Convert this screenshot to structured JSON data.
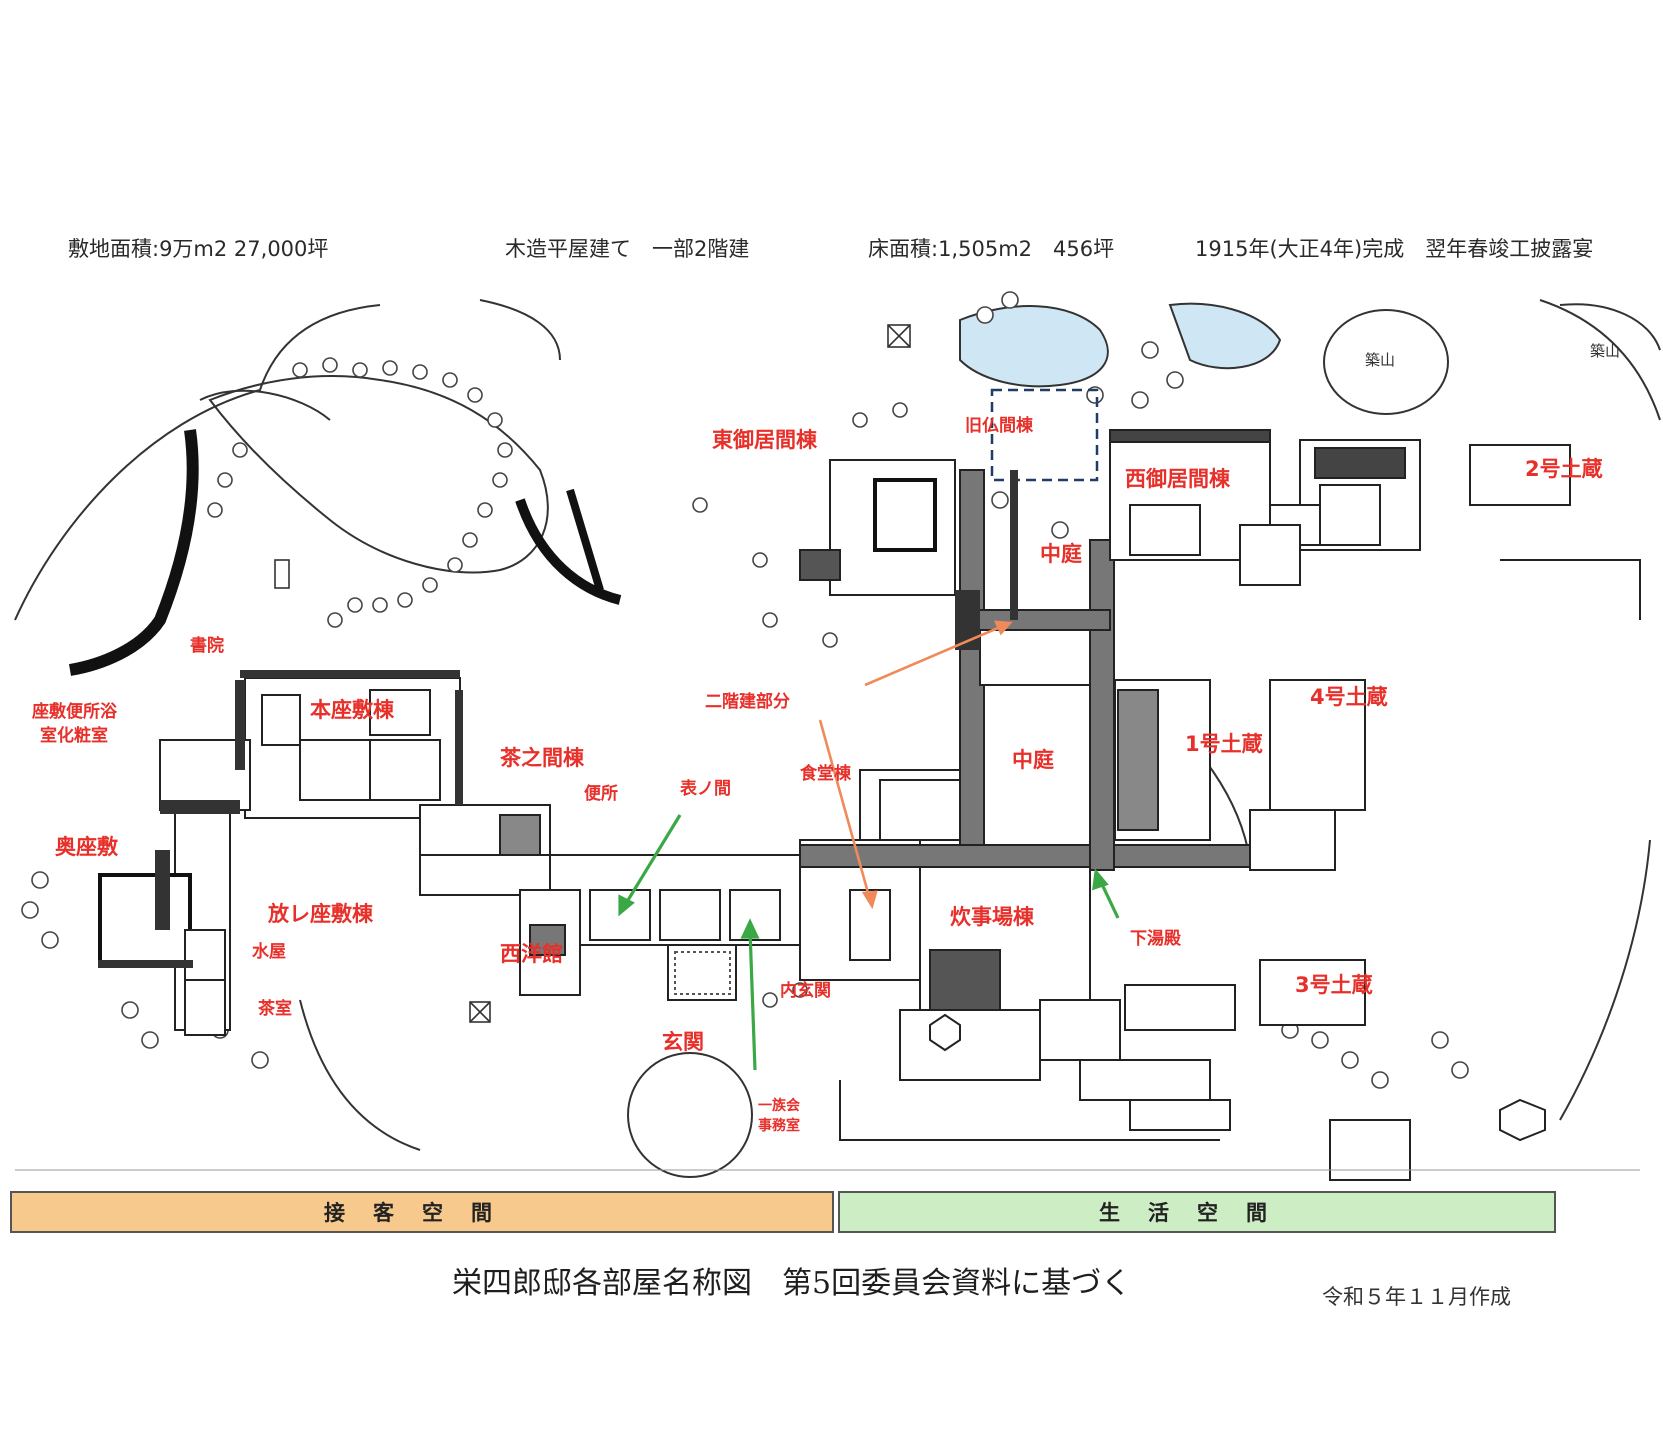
{
  "header": {
    "site_area": "敷地面積:9万m2 27,000坪",
    "construction": "木造平屋建て　一部2階建",
    "floor_area": "床面積:1,505m2　456坪",
    "completion": "1915年(大正4年)完成　翌年春竣工披露宴"
  },
  "rooms": {
    "shoin": "書院",
    "zashiki_benjo": "座敷便所浴",
    "keshoushitsu": "室化粧室",
    "honzashiki": "本座敷棟",
    "chanoma": "茶之間棟",
    "benjo": "便所",
    "omotenoma": "表ノ間",
    "okuzashiki": "奥座敷",
    "hanare": "放レ座敷棟",
    "mizuya": "水屋",
    "chashitsu": "茶室",
    "seiyoukan": "西洋館",
    "genkan": "玄関",
    "uchigenkan": "内玄関",
    "jimushitsu_1": "一族会",
    "jimushitsu_2": "事務室",
    "shokudou": "食堂棟",
    "nikai": "二階建部分",
    "higashi_oima": "東御居間棟",
    "kyu_butsuma": "旧仏間棟",
    "nishi_oima": "西御居間棟",
    "nakaniwa_north": "中庭",
    "nakaniwa_center": "中庭",
    "suijiba": "炊事場棟",
    "shimoyudono": "下湯殿",
    "dozou_1": "1号土蔵",
    "dozou_2": "2号土蔵",
    "dozou_3": "3号土蔵",
    "dozou_4": "4号土蔵",
    "tsukiyama_1": "築山",
    "tsukiyama_2": "築山"
  },
  "zones": {
    "reception": "接客空間",
    "living": "生活空間",
    "reception_color": "#f8c98d",
    "living_color": "#cdeec4"
  },
  "colors": {
    "label": "#e8302a",
    "arrow_green": "#3aa845",
    "arrow_orange": "#f08a5a",
    "dashed": "#1f3d66",
    "pond": "#cfe6f5"
  },
  "caption": "栄四郎邸各部屋名称図　第5回委員会資料に基づく",
  "date": "令和５年１１月作成"
}
